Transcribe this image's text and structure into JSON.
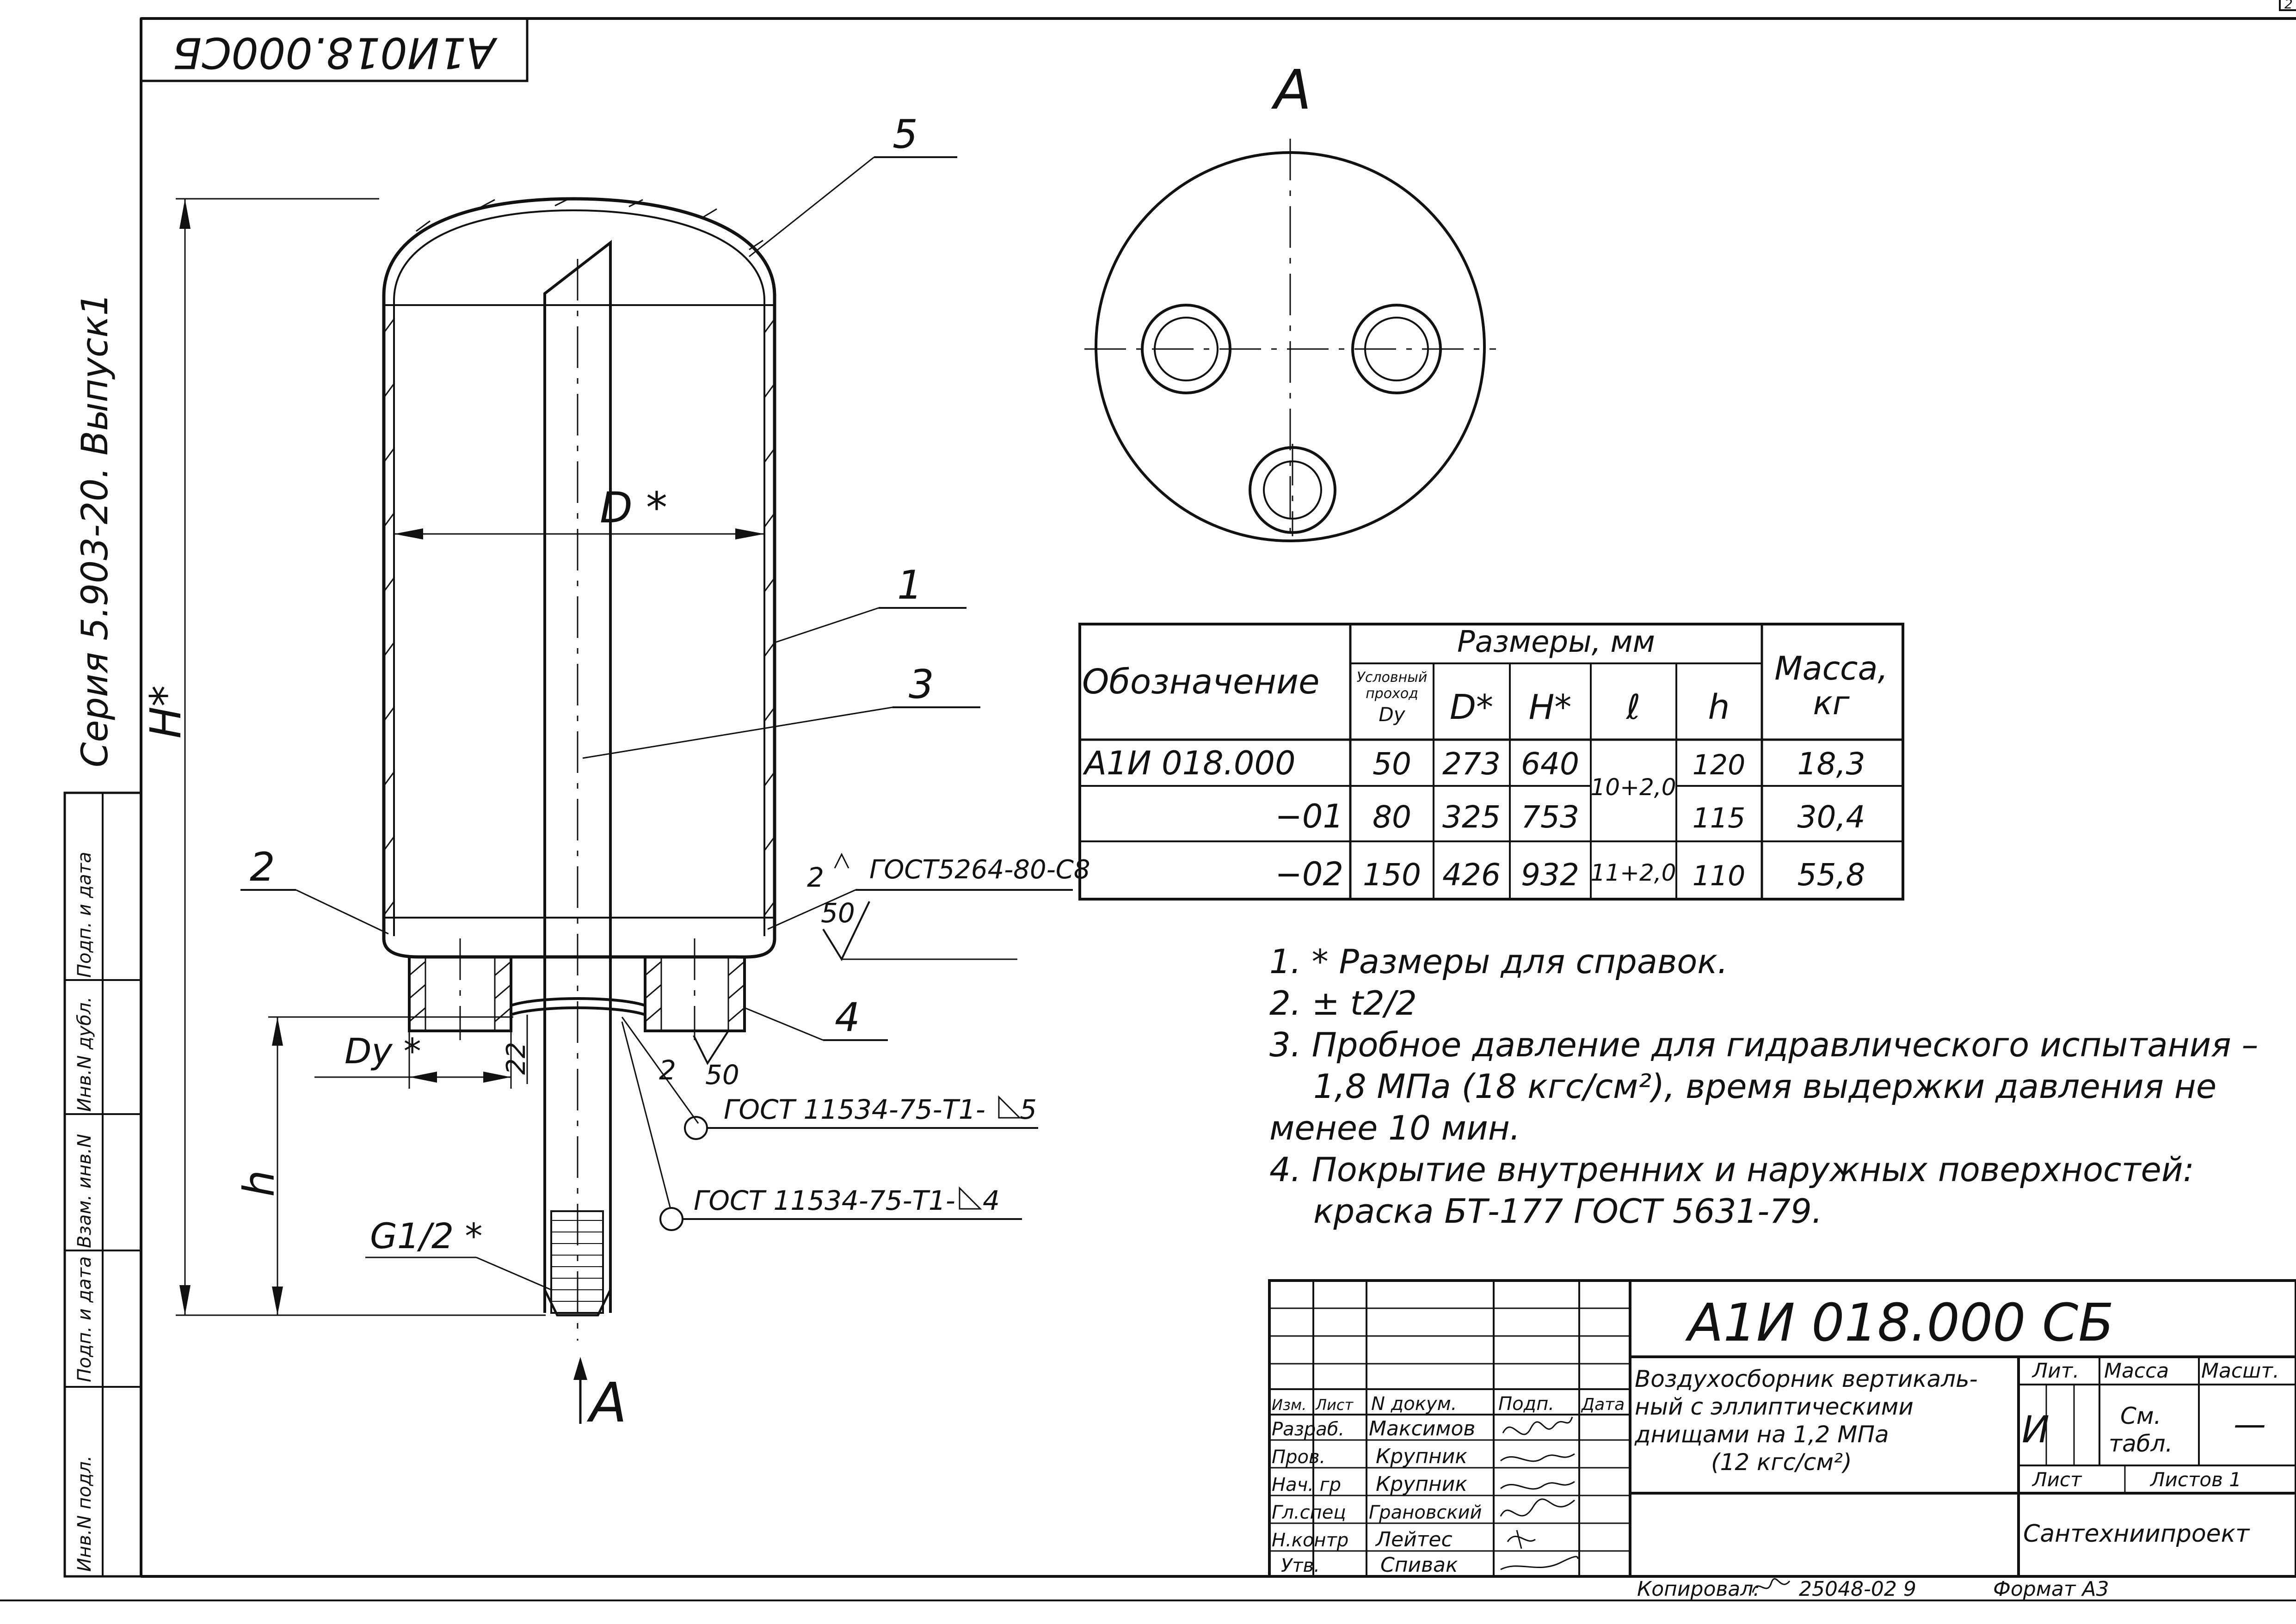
{
  "drawing": {
    "corner_code": "А1И018.000СБ",
    "series": "Серия 5.903-20. Выпуск1",
    "view_label_top": "А",
    "view_label_bottom": "А",
    "corner_sheet_mark": "2"
  },
  "side_stamp": [
    "Инв.N подл.",
    "Подп. и дата",
    "Взам. инв.N",
    "Инв.N дубл.",
    "Подп. и дата"
  ],
  "callouts": {
    "p1": "1",
    "p2_left": "2",
    "p2_right": "2",
    "p3": "3",
    "p4": "4",
    "p5": "5"
  },
  "dimensions": {
    "D": "D *",
    "H": "H*",
    "h": "h",
    "Dy": "Dy *",
    "gap": "22",
    "thread": "G1/2 *"
  },
  "welds": {
    "w1_leg": "2",
    "w1_gost": "ГОСТ5264-80-С8",
    "w1_rough": "50",
    "w2_leg": "2",
    "w2_rough": "50",
    "w2_gost": "ГОСТ 11534-75-Т1-",
    "w2_size": "5",
    "w3_gost": "ГОСТ 11534-75-Т1-",
    "w3_size": "4"
  },
  "table": {
    "header_designation": "Обозначение",
    "header_sizes": "Размеры, мм",
    "header_mass_line1": "Масса,",
    "header_mass_line2": "кг",
    "header_dy_lines": [
      "Условный",
      "проход",
      "Dy"
    ],
    "col_headers": [
      "D*",
      "H*",
      "ℓ",
      "h"
    ],
    "rows": [
      {
        "designation": "А1И 018.000",
        "dy": "50",
        "D": "273",
        "H": "640",
        "h": "120",
        "mass": "18,3"
      },
      {
        "designation": "−01",
        "dy": "80",
        "D": "325",
        "H": "753",
        "h": "115",
        "mass": "30,4"
      },
      {
        "designation": "−02",
        "dy": "150",
        "D": "426",
        "H": "932",
        "h": "110",
        "mass": "55,8"
      }
    ],
    "l_values": [
      "10+2,0",
      "11+2,0"
    ]
  },
  "notes": [
    "1. * Размеры для справок.",
    "2. ± t2/2",
    "3. Пробное давление для гидравлического испытания –",
    "1,8 МПа (18 кгс/см²), время выдержки давления не",
    "менее 10 мин.",
    "4. Покрытие внутренних и наружных поверхностей:",
    "краска БТ-177 ГОСТ 5631-79."
  ],
  "title_block": {
    "doc_code": "А1И 018.000 СБ",
    "product_name_lines": [
      "Воздухосборник вертикаль-",
      "ный с эллиптическими",
      "днищами на 1,2 МПа",
      "(12 кгс/см²)"
    ],
    "col_labels": [
      "Изм.",
      "Лист",
      "N докум.",
      "Подп.",
      "Дата"
    ],
    "roles": [
      "Разраб.",
      "Пров.",
      "Нач. гр",
      "Гл.спец",
      "Н.контр",
      "Утв."
    ],
    "names": [
      "Максимов",
      "Крупник",
      "Крупник",
      "Грановский",
      "Лейтес",
      "Спивак"
    ],
    "lit_label": "Лит.",
    "mass_label": "Масса",
    "scale_label": "Масшт.",
    "lit_value": "И",
    "mass_value_line1": "См.",
    "mass_value_line2": "табл.",
    "scale_value": "—",
    "sheet_label": "Лист",
    "sheets_label": "Листов 1",
    "organization": "Сантехниипроект",
    "footer_copied": "Копировал:",
    "footer_number": "25048-02 9",
    "footer_format": "Формат А3"
  }
}
